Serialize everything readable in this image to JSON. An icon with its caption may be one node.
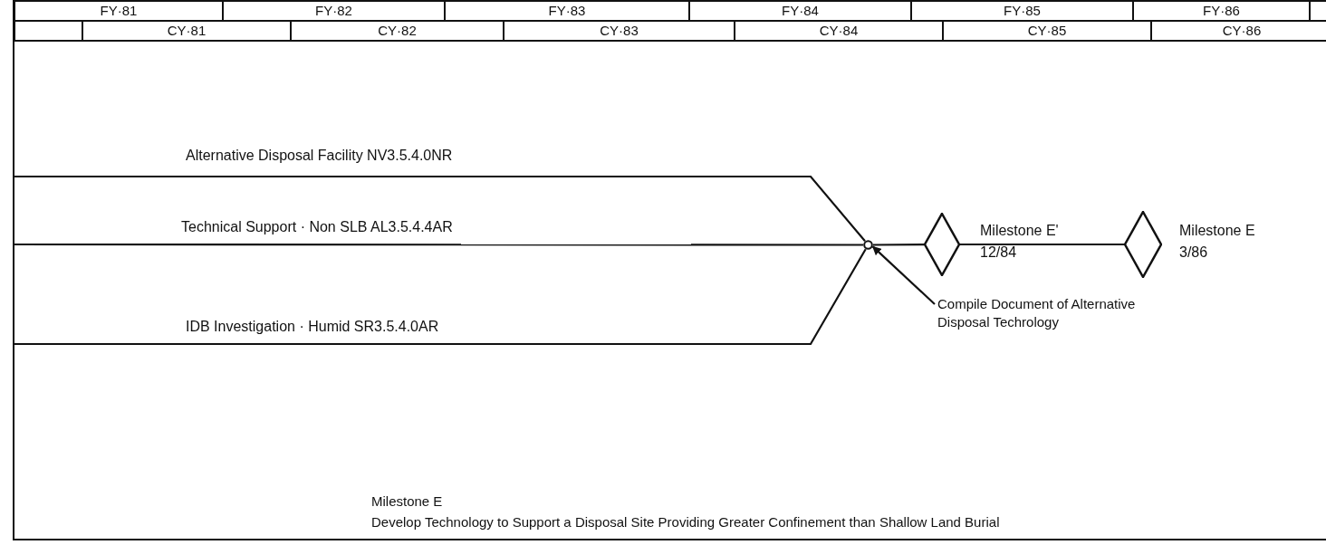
{
  "diagram": {
    "nodes": [
      {
        "text": [],
        "shape": "circle"
      },
      {
        "text": [],
        "shape": "diamond",
        "beside": [
          "Milestone E'",
          "12/84"
        ]
      },
      {
        "text": [],
        "shape": "diamond",
        "beside": [
          "Milestone E",
          "3/86"
        ]
      },
      {
        "text": [
          "Compile Document of Alternative Disposal Techrology"
        ]
      }
    ],
    "edges": [
      {
        "from": null,
        "to": 0,
        "arrow": "none",
        "label": "Alternative Disposal Facility NV3.5.4.0NR"
      },
      {
        "from": null,
        "to": 0,
        "arrow": "none",
        "label": "Technical Support · Non SLB AL3.5.4.4AR"
      },
      {
        "from": null,
        "to": 0,
        "arrow": "none",
        "label": "IDB Investigation · Humid SR3.5.4.0AR"
      },
      {
        "from": 0,
        "to": 1,
        "arrow": "none"
      },
      {
        "from": 1,
        "to": 2,
        "arrow": "none"
      },
      {
        "from": 3,
        "to": 0,
        "arrow": "to"
      }
    ],
    "labels": [
      "FY·81",
      "FY·82",
      "FY·83",
      "FY·84",
      "FY·85",
      "FY·86",
      "CY·81",
      "CY·82",
      "CY·83",
      "CY·84",
      "CY·85",
      "CY·86",
      "Milestone E",
      "Develop Technology to Support a Disposal Site Providing Greater Confinement than Shallow Land Burial"
    ]
  }
}
